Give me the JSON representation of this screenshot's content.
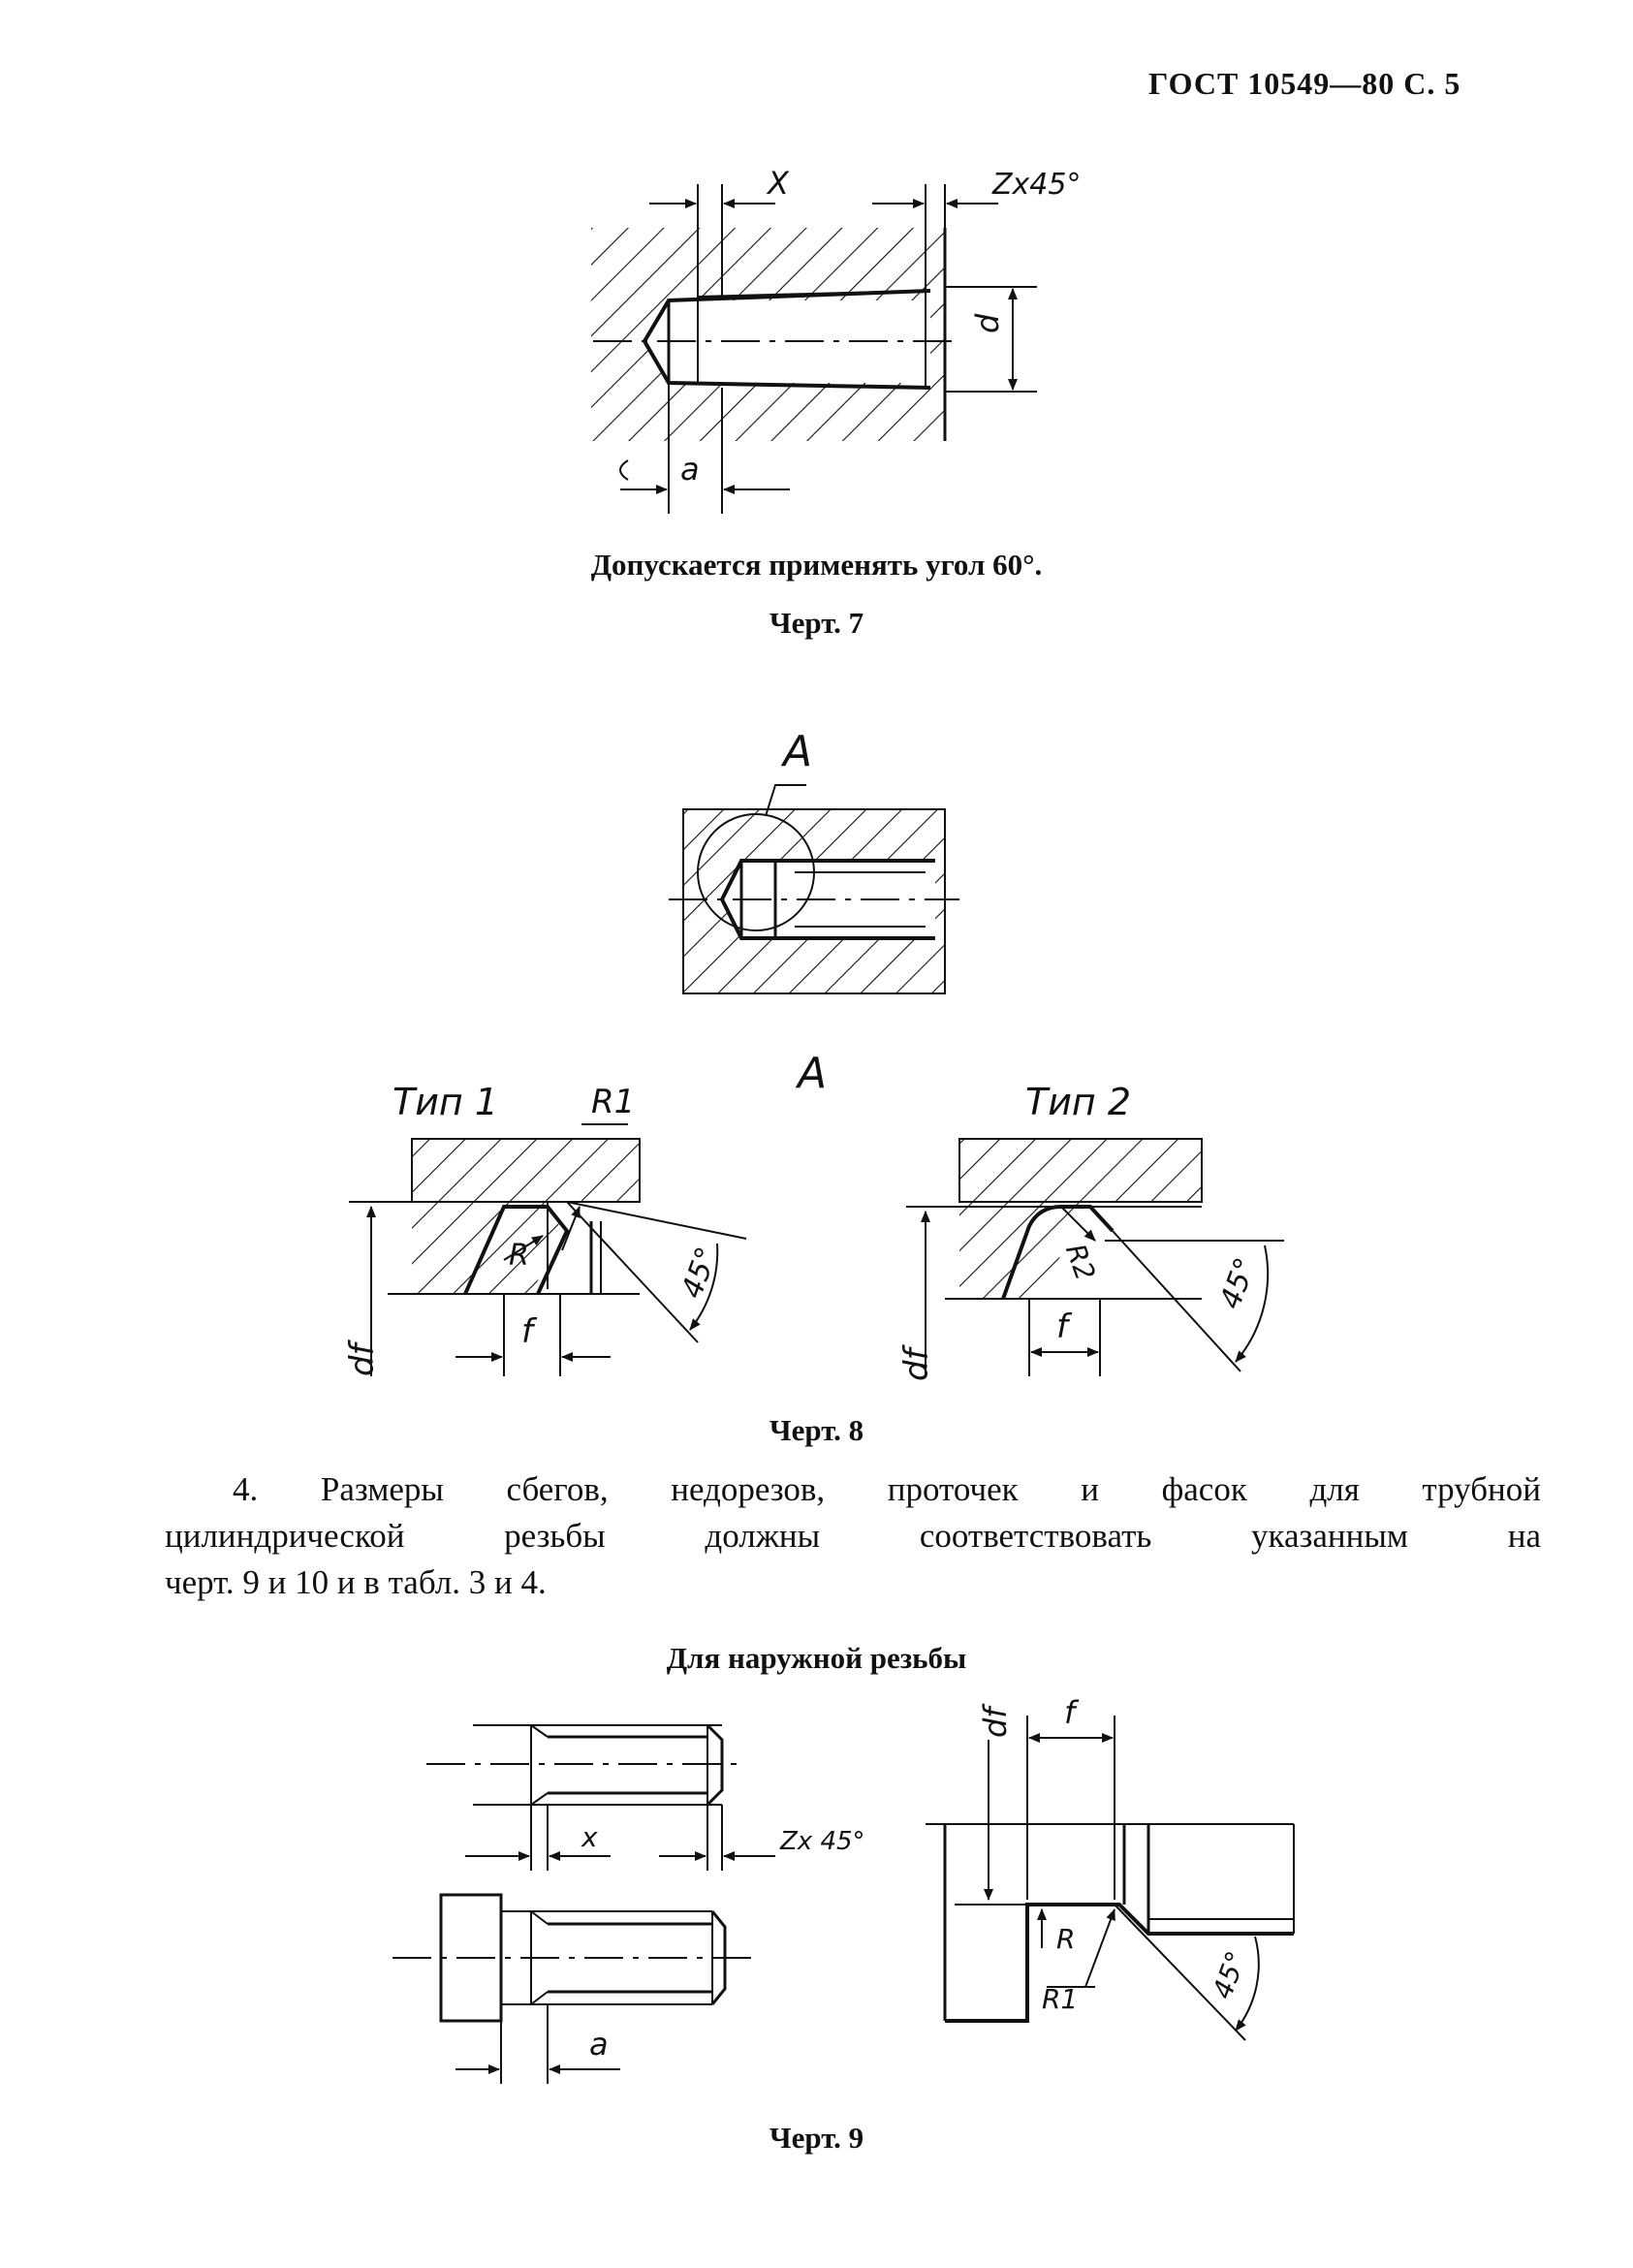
{
  "header": {
    "text": "ГОСТ 10549—80 С. 5"
  },
  "fig7": {
    "labels": {
      "x": "X",
      "z": "Zx45°",
      "d": "d",
      "a": "a"
    },
    "note": "Допускается применять угол 60°.",
    "caption": "Черт. 7"
  },
  "fig8": {
    "view_label": "A",
    "detail_label": "A",
    "type1": {
      "title": "Тип 1",
      "r1": "R1",
      "r": "R",
      "df": "df",
      "f": "f",
      "angle": "45°"
    },
    "type2": {
      "title": "Тип 2",
      "r2": "R2",
      "df": "df",
      "f": "f",
      "angle": "45°"
    },
    "caption": "Черт. 8"
  },
  "paragraph": {
    "line1": "4. Размеры сбегов, недорезов, проточек и фасок для трубной",
    "line2": "цилиндрической резьбы должны соответствовать указанным на",
    "line3": "черт. 9 и 10 и в табл. 3 и 4."
  },
  "fig9": {
    "heading": "Для наружной резьбы",
    "labels": {
      "x": "x",
      "z": "Zx 45°",
      "a": "a",
      "df": "df",
      "f": "f",
      "r": "R",
      "r1": "R1",
      "angle": "45°"
    },
    "caption": "Черт. 9"
  }
}
